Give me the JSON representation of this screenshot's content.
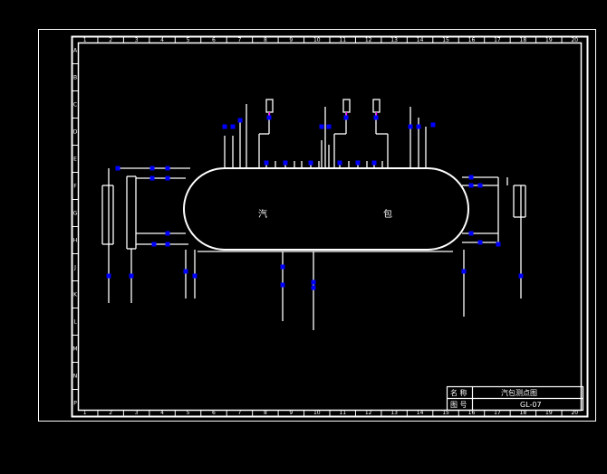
{
  "drawing": {
    "drum_labels": [
      "汽",
      "包"
    ],
    "colors": {
      "background": "#000000",
      "lines": "#ffffff",
      "valves": "#0000ff",
      "signal": "#ff00ff"
    }
  },
  "border": {
    "columns": [
      "1",
      "2",
      "3",
      "4",
      "5",
      "6",
      "7",
      "8",
      "9",
      "10",
      "11",
      "12",
      "13",
      "14",
      "15",
      "16",
      "17",
      "18",
      "19",
      "20"
    ],
    "rows": [
      "A",
      "B",
      "C",
      "D",
      "E",
      "F",
      "G",
      "H",
      "J",
      "K",
      "L",
      "M",
      "N",
      "P"
    ]
  },
  "title_block": {
    "name_label": "名 称",
    "name_value": "汽包测点图",
    "number_label": "图 号",
    "number_value": "GL-07"
  }
}
